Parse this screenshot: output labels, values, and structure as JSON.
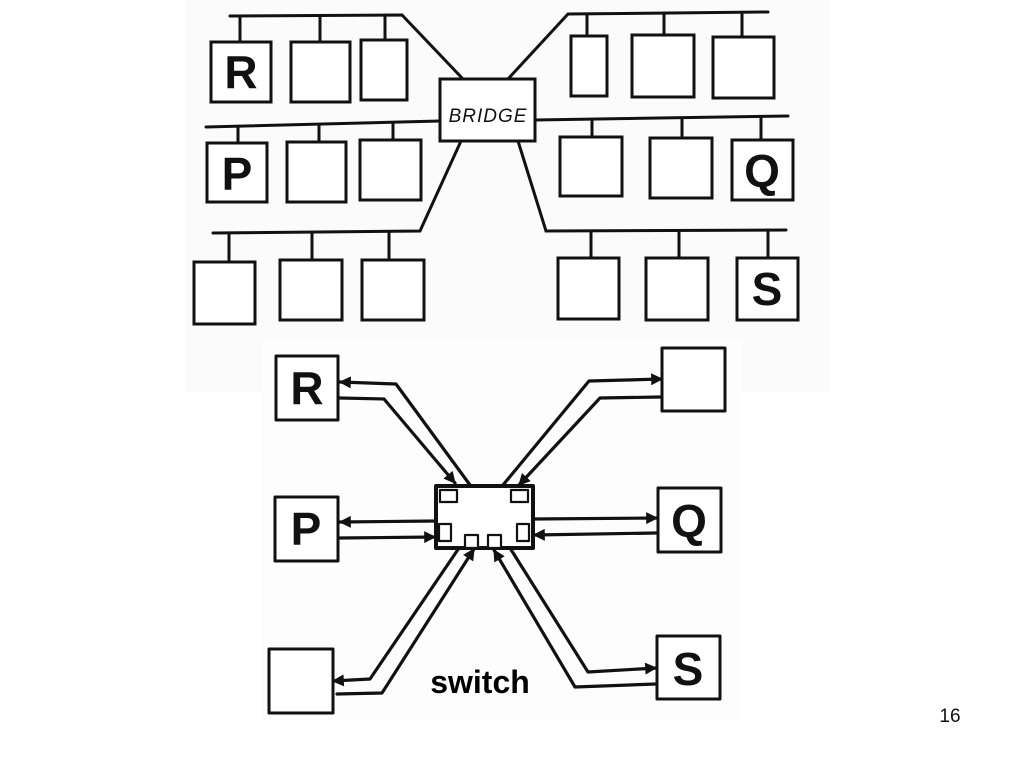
{
  "bridge_diagram": {
    "bridge_label": "BRIDGE",
    "host_labels": {
      "r": "R",
      "p": "P",
      "q": "Q",
      "s": "S"
    }
  },
  "switch_diagram": {
    "caption": "switch",
    "host_labels": {
      "r": "R",
      "p": "P",
      "q": "Q",
      "s": "S"
    }
  },
  "slide_number": "16"
}
